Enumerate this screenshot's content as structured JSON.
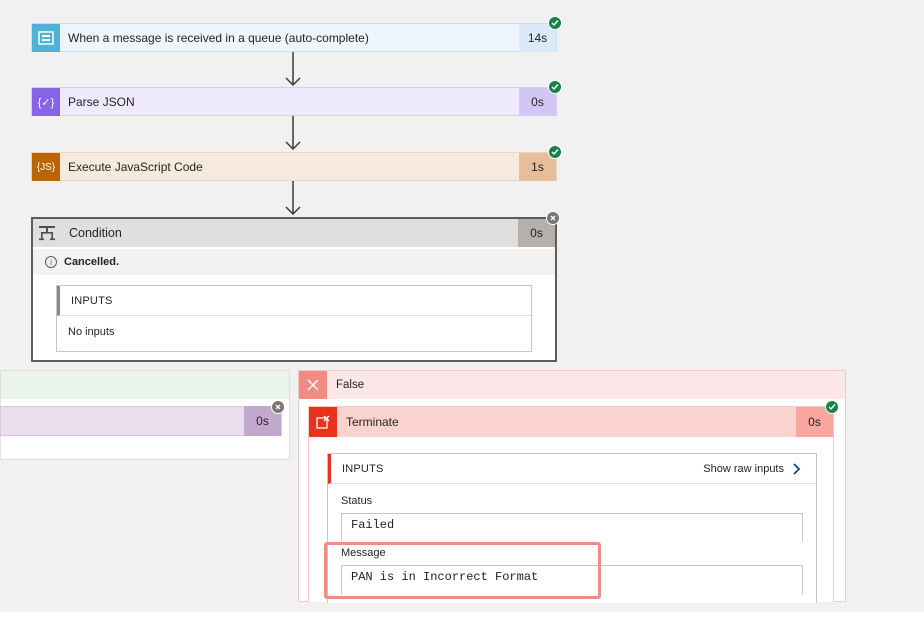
{
  "flow": {
    "steps": [
      {
        "title": "When a message is received in a queue (auto-complete)",
        "duration": "14s",
        "icon": "service-bus-queue-icon"
      },
      {
        "title": "Parse JSON",
        "duration": "0s",
        "icon": "parse-json-icon"
      },
      {
        "title": "Execute JavaScript Code",
        "duration": "1s",
        "icon": "javascript-code-icon",
        "icon_text": "{JS}"
      },
      {
        "title": "Condition",
        "duration": "0s",
        "icon": "condition-icon"
      }
    ],
    "condition": {
      "status_text": "Cancelled.",
      "inputs_header": "INPUTS",
      "inputs_value": "No inputs"
    },
    "true_branch": {
      "duration": "0s"
    },
    "false_branch": {
      "label": "False",
      "terminate": {
        "title": "Terminate",
        "duration": "0s",
        "inputs_header": "INPUTS",
        "show_raw_inputs": "Show raw inputs",
        "status_label": "Status",
        "status_value": "Failed",
        "message_label": "Message",
        "message_value": "PAN is in Incorrect Format"
      }
    }
  },
  "colors": {
    "trigger": "#4fb2d6",
    "parse_json": "#8764e6",
    "javascript": "#ba6406",
    "condition": "#484f58",
    "success": "#168449",
    "terminate": "#e8321c",
    "highlight": "#f28b82"
  }
}
